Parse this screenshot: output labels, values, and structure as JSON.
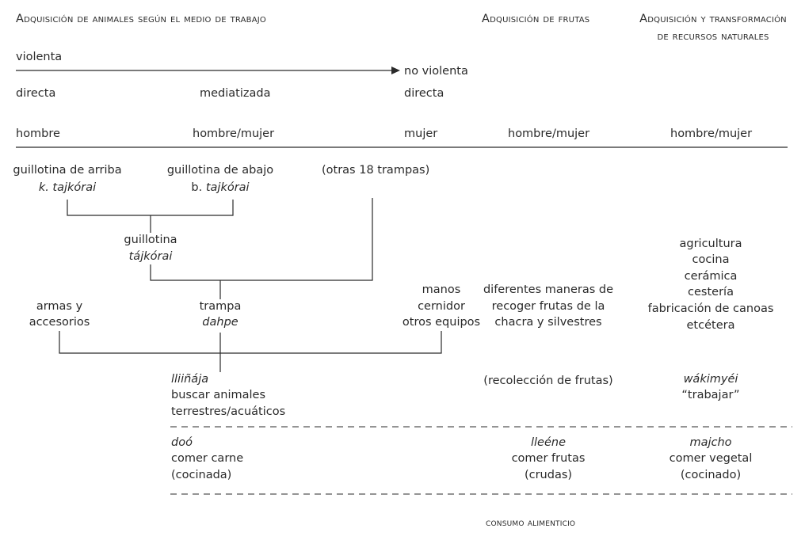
{
  "headers": {
    "animal": "Adquisición de animales según el medio de trabajo",
    "fruit": "Adquisición de frutas",
    "resources_1": "Adquisición y transformación",
    "resources_2": "de recursos naturales"
  },
  "scale": {
    "start": "violenta",
    "end": "no violenta"
  },
  "modes": {
    "direct_1": "directa",
    "mediated": "mediatizada",
    "direct_2": "directa"
  },
  "agents": {
    "hombre": "hombre",
    "hombre_mujer_1": "hombre/mujer",
    "mujer": "mujer",
    "hombre_mujer_2": "hombre/mujer",
    "hombre_mujer_3": "hombre/mujer"
  },
  "traps": {
    "top_name": "guillotina de arriba",
    "top_term": "k. tajkórai",
    "bottom_name": "guillotina de abajo",
    "bottom_prefix": "b. ",
    "bottom_term": "tajkórai",
    "others": "(otras 18 trampas)",
    "guillotina": "guillotina",
    "guillotina_term": "tájkórai",
    "trampa": "trampa",
    "trampa_term": "dahpe"
  },
  "weapons": {
    "line1": "armas y",
    "line2": "accesorios"
  },
  "hands": {
    "line1": "manos",
    "line2": "cernidor",
    "line3": "otros equipos"
  },
  "fruit_ways": {
    "line1": "diferentes maneras de",
    "line2": "recoger frutas de la",
    "line3": "chacra y silvestres"
  },
  "activities": [
    "agricultura",
    "cocina",
    "cerámica",
    "cestería",
    "fabricación de canoas",
    "etcétera"
  ],
  "work": {
    "hunt_term": "lliiñája",
    "hunt_1": "buscar animales",
    "hunt_2": "terrestres/acuáticos",
    "fruit_collect": "(recolección de frutas)",
    "work_term": "wákimyéi",
    "work_gloss": "“trabajar”"
  },
  "consumption": {
    "meat_term": "doó",
    "meat_1": "comer carne",
    "meat_2": "(cocinada)",
    "fruit_term": "lleéne",
    "fruit_1": "comer frutas",
    "fruit_2": "(crudas)",
    "veg_term": "majcho",
    "veg_1": "comer vegetal",
    "veg_2": "(cocinado)",
    "label": "consumo alimenticio"
  }
}
